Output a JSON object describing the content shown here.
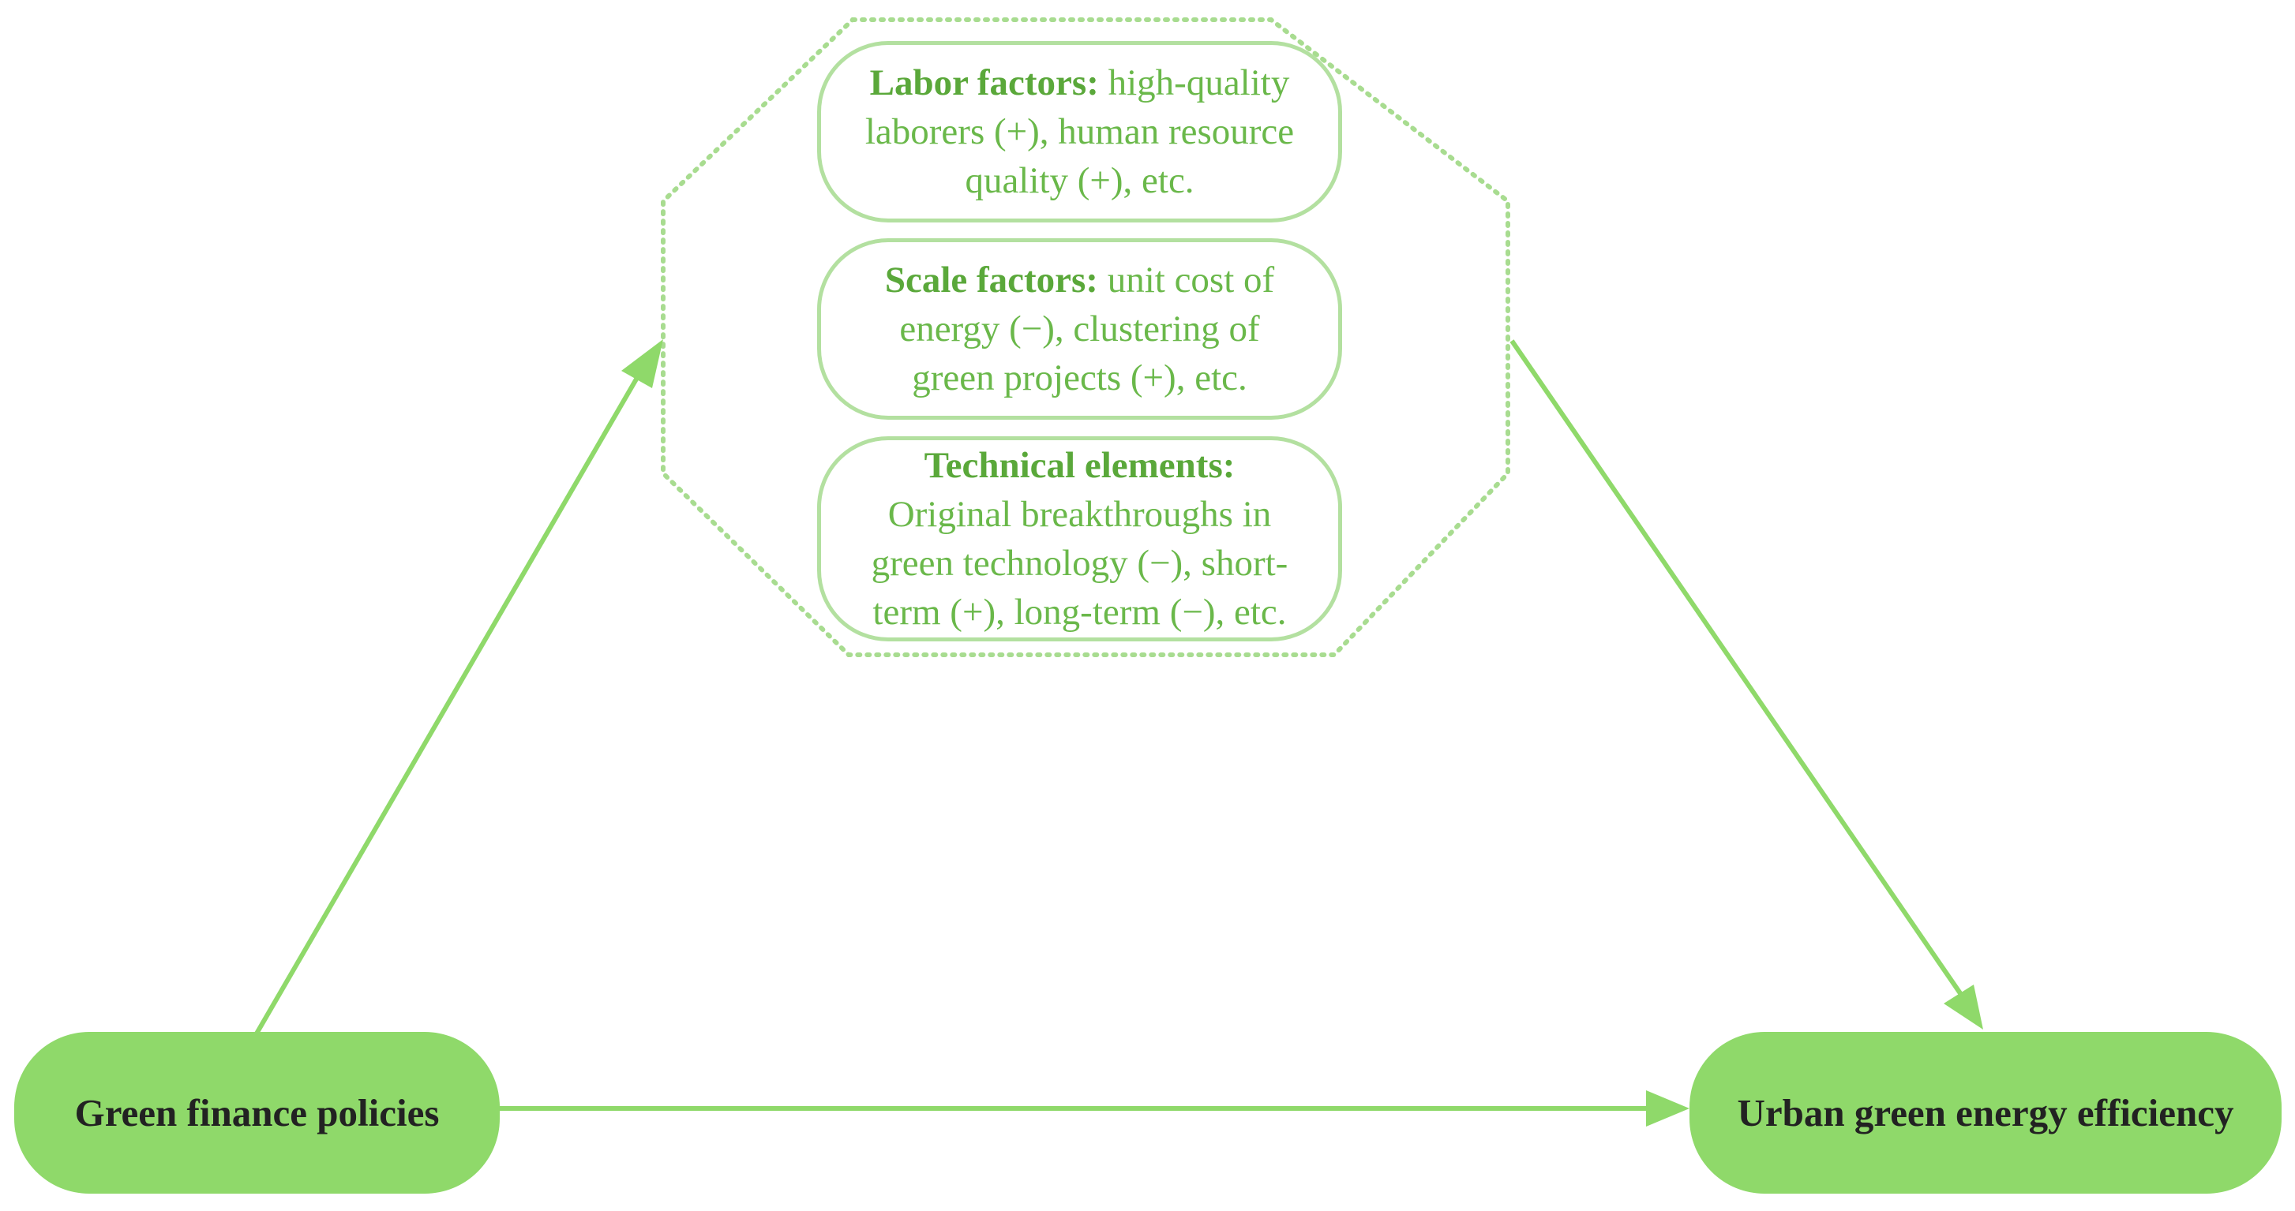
{
  "factors": [
    {
      "title": "Labor factors:",
      "line1": "high-quality",
      "line2": "laborers (+), human resource",
      "line3": "quality (+), etc."
    },
    {
      "title": "Scale factors:",
      "line1": "unit cost of",
      "line2": "energy (−), clustering of",
      "line3": "green projects (+), etc."
    },
    {
      "title": "Technical elements:",
      "line1": "Original breakthroughs in",
      "line2": "green technology (−), short-",
      "line3": "term (+), long-term (−), etc."
    }
  ],
  "nodes": {
    "source": "Green finance policies",
    "target": "Urban green energy efficiency"
  },
  "colors": {
    "node_fill": "#8fd96a",
    "arrow": "#8fd96a",
    "box_border": "#b3e0a0",
    "text_green": "#6ab84a"
  }
}
